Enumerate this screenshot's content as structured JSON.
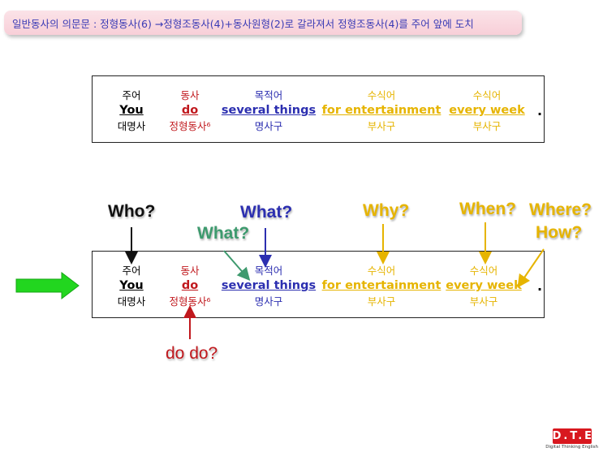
{
  "banner": {
    "text": "일반동사의 의문문 : 정형동사(6) →정형조동사(4)+동사원형(2)로 갈라져서 정형조동사(4)를 주어 앞에 도치"
  },
  "sentence": {
    "columns": [
      {
        "label": "주어",
        "word": "You",
        "sub": "대명사",
        "color": "#000000"
      },
      {
        "label": "동사",
        "word": "do",
        "sub": "정형동사⁶",
        "color": "#c0181d"
      },
      {
        "label": "목적어",
        "word": "several things",
        "sub": "명사구",
        "color": "#2c2fb0"
      },
      {
        "label": "수식어",
        "word": "for entertainment",
        "sub": "부사구",
        "color": "#e6b400"
      },
      {
        "label": "수식어",
        "word": "every week",
        "sub": "부사구",
        "color": "#e6b400"
      }
    ],
    "period": "."
  },
  "questions": {
    "who": "Who?",
    "what_object": "What?",
    "what_verb": "What?",
    "why": "Why?",
    "when": "When?",
    "where": "Where?",
    "how": "How?",
    "do_do": "do do?"
  },
  "colors": {
    "who": "#111111",
    "what_object": "#2c2fb0",
    "what_verb": "#3e9a6e",
    "adverb": "#e6b400",
    "do_do": "#c0181d",
    "green_arrow": "#22d61f"
  },
  "logo": {
    "mark": "D.T.E",
    "sub": "Digital Thinking English"
  }
}
